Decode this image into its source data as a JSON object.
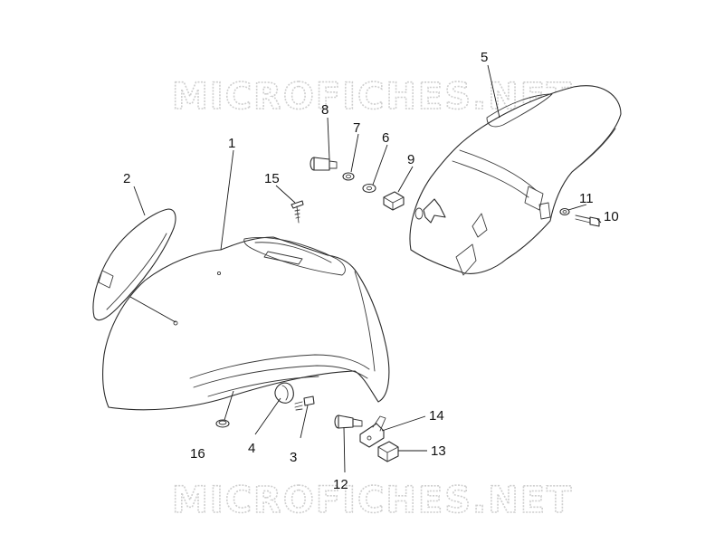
{
  "watermarks": [
    "MICROFICHES.NET",
    "MICROFICHES.NET"
  ],
  "callouts": [
    "1",
    "2",
    "3",
    "4",
    "5",
    "6",
    "7",
    "8",
    "9",
    "10",
    "11",
    "12",
    "13",
    "14",
    "15",
    "16"
  ]
}
